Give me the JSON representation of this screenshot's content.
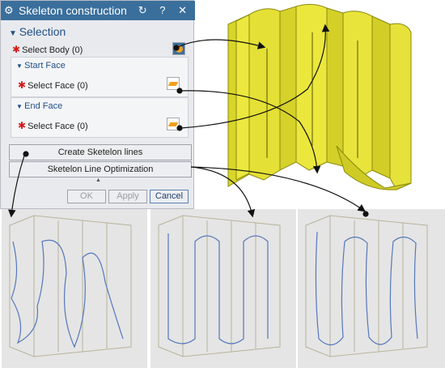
{
  "dialog": {
    "title": "Skeleton construction",
    "title_icons": "↻ ? ✕",
    "selection_header": "Selection",
    "select_body_label": "Select Body (0)",
    "start_face_header": "Start Face",
    "start_face_label": "Select Face (0)",
    "end_face_header": "End Face",
    "end_face_label": "Select Face (0)",
    "create_button": "Create Sketelon lines",
    "optimize_button": "Sketelon Line Optimization",
    "ok_button": "OK",
    "apply_button": "Apply",
    "cancel_button": "Cancel"
  },
  "colors": {
    "titlebar": "#3a6f9c",
    "model_yellow": "#e8e43c",
    "skeleton_line": "#5577bb",
    "required_star": "#d21a1a"
  }
}
